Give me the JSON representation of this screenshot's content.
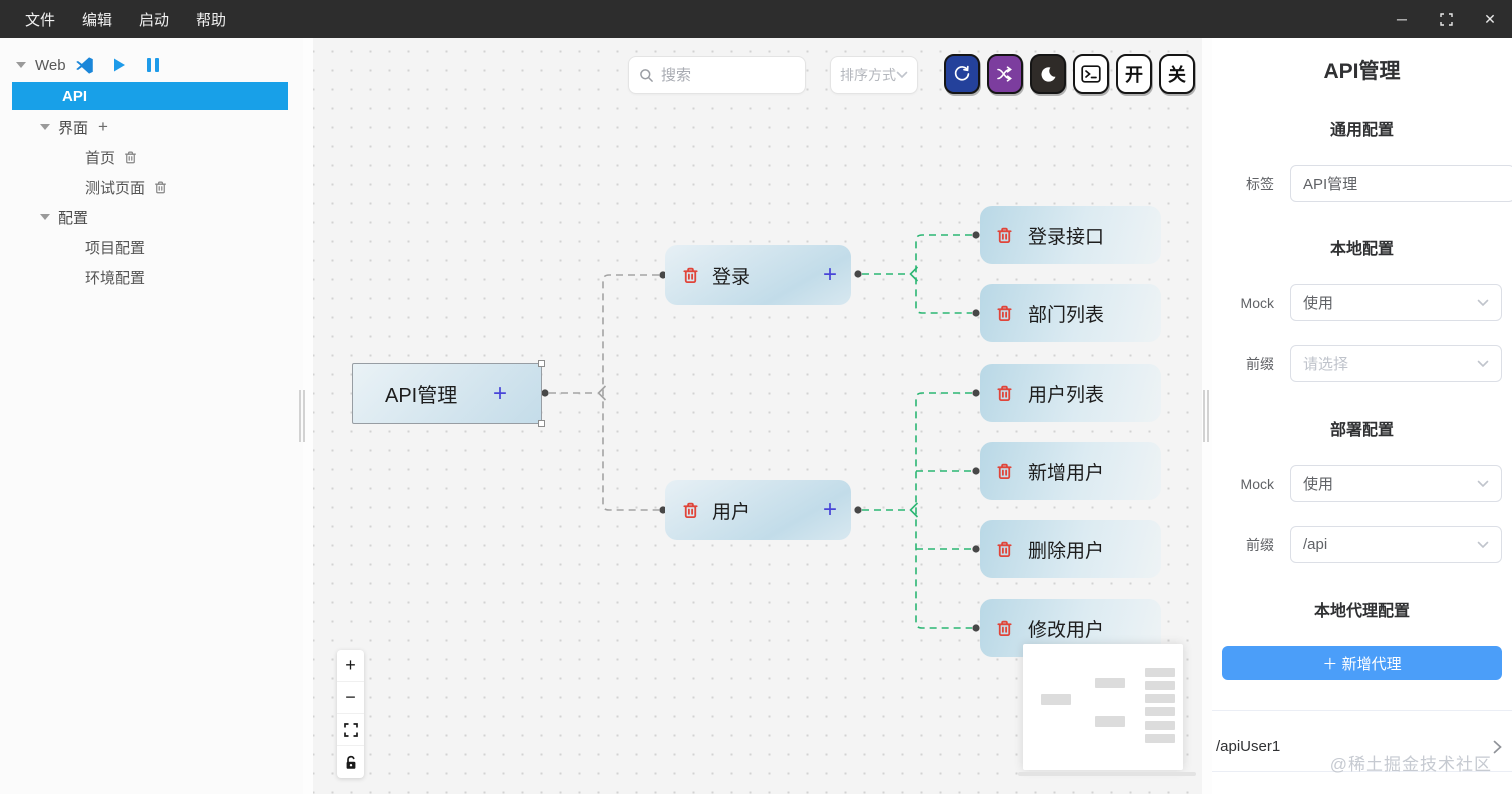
{
  "colors": {
    "accent_blue": "#18a0e8",
    "primary_button_blue": "#4b9ef9",
    "node_plus_indigo": "#4845d8",
    "trash_red": "#e0453a",
    "connector_gray": "#a3a3a3",
    "connector_green": "#2bb673",
    "toolbar_refresh_bg": "#24419b",
    "toolbar_shuffle_bg": "#7c3d9e",
    "toolbar_moon_bg": "#2f2b28",
    "titlebar_bg": "#2d2d2d"
  },
  "window": {
    "menu_items": [
      "文件",
      "编辑",
      "启动",
      "帮助"
    ],
    "controls": {
      "minimize": "─",
      "close": "✕"
    }
  },
  "sidebar": {
    "project_label": "Web",
    "selected_item": "API",
    "group1_label": "界面",
    "group1_add": "+",
    "page1": "首页",
    "page2": "测试页面",
    "group2_label": "配置",
    "config1": "项目配置",
    "config2": "环境配置"
  },
  "canvas": {
    "toolbar": {
      "search_placeholder": "搜索",
      "sort_label": "排序方式",
      "open_label": "开",
      "close_label": "关"
    },
    "root_node": {
      "label": "API管理",
      "plus": "+"
    },
    "branches": [
      {
        "label": "登录",
        "plus": "+",
        "children": [
          "登录接口",
          "部门列表"
        ]
      },
      {
        "label": "用户",
        "plus": "+",
        "children": [
          "用户列表",
          "新增用户",
          "删除用户",
          "修改用户"
        ]
      }
    ],
    "zoom": {
      "in": "+",
      "out": "−"
    }
  },
  "panel": {
    "title": "API管理",
    "general": {
      "heading": "通用配置",
      "label_field": {
        "label": "标签",
        "value": "API管理"
      }
    },
    "local": {
      "heading": "本地配置",
      "mock": {
        "label": "Mock",
        "value": "使用"
      },
      "prefix": {
        "label": "前缀",
        "placeholder": "请选择"
      }
    },
    "deploy": {
      "heading": "部署配置",
      "mock": {
        "label": "Mock",
        "value": "使用"
      },
      "prefix": {
        "label": "前缀",
        "value": "/api"
      }
    },
    "proxy": {
      "heading": "本地代理配置",
      "add_button": "＋ 新增代理",
      "items": [
        "/apiUser1"
      ]
    }
  },
  "watermark": "@稀土掘金技术社区"
}
